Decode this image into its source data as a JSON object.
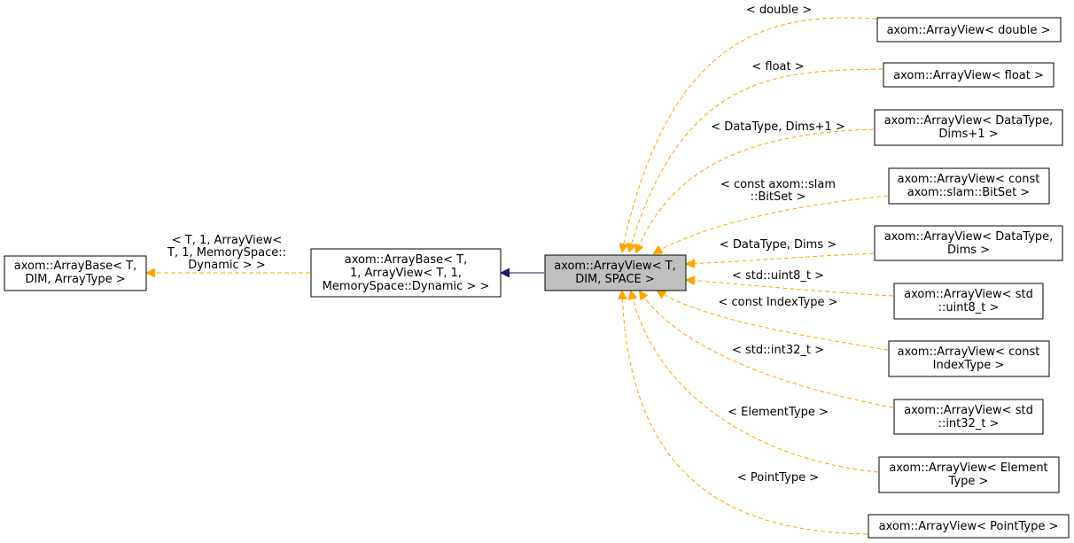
{
  "nodes": {
    "arraybase_generic": {
      "lines": [
        "axom::ArrayBase< T,",
        "DIM, ArrayType >"
      ]
    },
    "arraybase_concrete": {
      "lines": [
        "axom::ArrayBase< T,",
        "1, ArrayView< T, 1,",
        "MemorySpace::Dynamic > >"
      ]
    },
    "arrayview_generic": {
      "lines": [
        "axom::ArrayView< T,",
        "DIM, SPACE >"
      ]
    },
    "children": [
      {
        "lines": [
          "axom::ArrayView< double >"
        ]
      },
      {
        "lines": [
          "axom::ArrayView< float >"
        ]
      },
      {
        "lines": [
          "axom::ArrayView< DataType,",
          "Dims+1 >"
        ]
      },
      {
        "lines": [
          "axom::ArrayView< const",
          "axom::slam::BitSet >"
        ]
      },
      {
        "lines": [
          "axom::ArrayView< DataType,",
          "Dims >"
        ]
      },
      {
        "lines": [
          "axom::ArrayView< std",
          "::uint8_t >"
        ]
      },
      {
        "lines": [
          "axom::ArrayView< const",
          "IndexType >"
        ]
      },
      {
        "lines": [
          "axom::ArrayView< std",
          "::int32_t >"
        ]
      },
      {
        "lines": [
          "axom::ArrayView< Element",
          "Type >"
        ]
      },
      {
        "lines": [
          "axom::ArrayView< PointType >"
        ]
      }
    ]
  },
  "edge_labels": {
    "base": [
      "< T, 1, ArrayView<",
      "T, 1, MemorySpace::",
      "Dynamic > >"
    ],
    "children": [
      [
        "< double >"
      ],
      [
        "< float >"
      ],
      [
        "< DataType, Dims+1 >"
      ],
      [
        "< const axom::slam",
        "::BitSet >"
      ],
      [
        "< DataType, Dims >"
      ],
      [
        "< std::uint8_t >"
      ],
      [
        "< const IndexType >"
      ],
      [
        "< std::int32_t >"
      ],
      [
        "< ElementType >"
      ],
      [
        "< PointType >"
      ]
    ]
  },
  "colors": {
    "inheritance_edge": "#191970",
    "template_edge": "#ffa500",
    "focus_fill": "#bfbfbf"
  }
}
